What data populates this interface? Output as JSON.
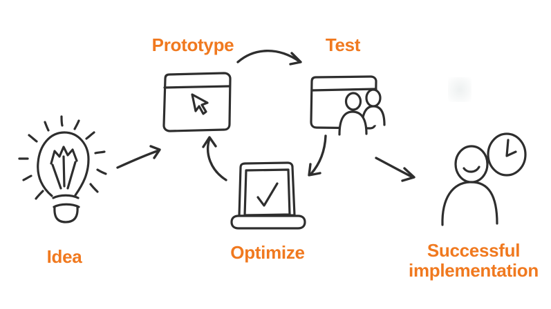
{
  "diagram": {
    "type": "flow",
    "background_color": "#ffffff",
    "accent_color": "#f0791f",
    "ink_color": "#2e2e2e",
    "nodes": [
      {
        "id": "idea",
        "label": "Idea",
        "icon": "lightbulb-icon"
      },
      {
        "id": "prototype",
        "label": "Prototype",
        "icon": "browser-cursor-icon"
      },
      {
        "id": "test",
        "label": "Test",
        "icon": "browser-users-icon"
      },
      {
        "id": "optimize",
        "label": "Optimize",
        "icon": "laptop-checkmark-icon"
      },
      {
        "id": "implementation",
        "label": "Successful implementation",
        "icon": "person-clock-icon"
      }
    ],
    "edges": [
      {
        "from": "idea",
        "to": "prototype"
      },
      {
        "from": "prototype",
        "to": "test"
      },
      {
        "from": "test",
        "to": "optimize"
      },
      {
        "from": "optimize",
        "to": "prototype"
      },
      {
        "from": "test",
        "to": "implementation"
      }
    ]
  }
}
